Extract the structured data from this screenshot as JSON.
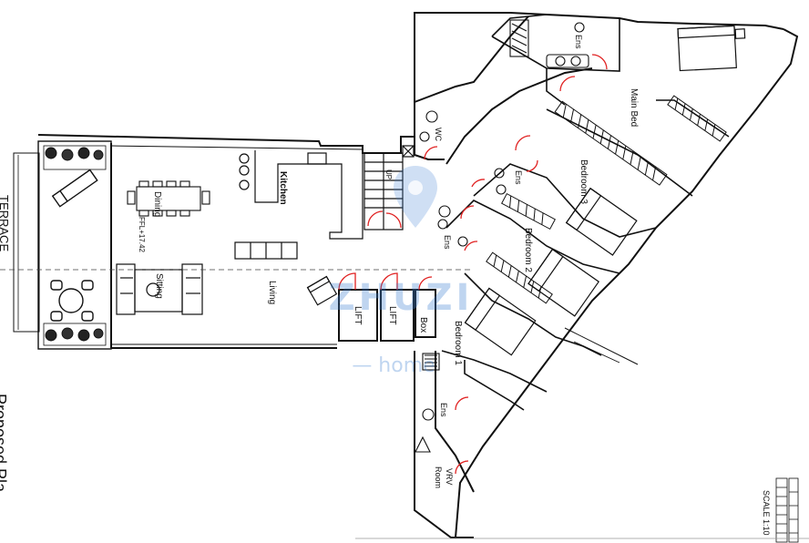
{
  "plan": {
    "rooms": {
      "kitchen": "Kitchen",
      "dining": "Dining",
      "living": "Living",
      "sitting": "Sitting",
      "main_bed": "Main Bed",
      "bedroom1": "Bedroom 1",
      "bedroom2": "Bedroom 2",
      "bedroom3": "Bedroom 3",
      "ens_top": "Ens",
      "ens_mid": "Ens",
      "ens_left": "Ens",
      "ens_bottom": "Ens",
      "wc": "WC",
      "lift1": "LIFT",
      "lift2": "LIFT",
      "box": "Box",
      "vrv_line1": "VRV",
      "vrv_line2": "Room",
      "level": "FFL+17.42",
      "stair_up": "UP"
    },
    "margin_left_text": "TERRACE",
    "margin_bottom_text": "Proposed Pla",
    "scale_label": "SCALE 1:10"
  },
  "watermark": {
    "brand": "ZHUZI",
    "sub": "— home"
  },
  "colors": {
    "line": "#111111",
    "door": "#e02020",
    "watermark": "#3d7fd0",
    "pin": "#3d7fd0"
  }
}
